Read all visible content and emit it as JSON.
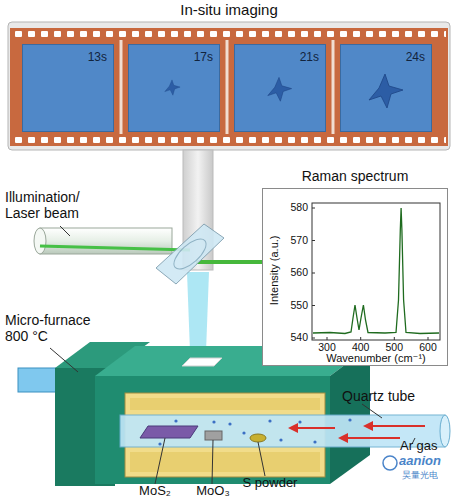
{
  "diagram": {
    "nodes": [
      {
        "text": [
          "In-situ imaging"
        ]
      },
      {
        "text": [
          "13s"
        ],
        "in": 0
      },
      {
        "text": [
          "17s"
        ],
        "in": 0
      },
      {
        "text": [
          "21s"
        ],
        "in": 0
      },
      {
        "text": [
          "24s"
        ],
        "in": 0
      },
      {
        "text": [
          "Raman spectrum"
        ]
      }
    ],
    "labels": [
      "Illumination/ Laser beam",
      "Intensity (a.u.)",
      "580",
      "570",
      "560",
      "550",
      "540",
      "300",
      "400",
      "500",
      "600",
      "Wavenumber (cm⁻¹)",
      "Micro-furnace 800 °C",
      "Quartz tube",
      "Ar gas",
      "MoS₂",
      "MoO₃",
      "S powder",
      "aanion",
      "昊量光电"
    ]
  }
}
